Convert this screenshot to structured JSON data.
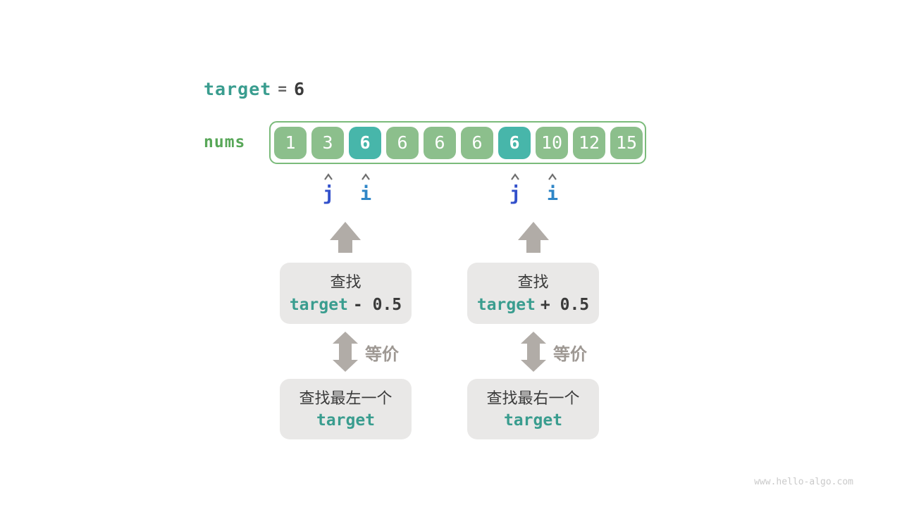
{
  "colors": {
    "teal_code": "#3a9d8f",
    "green_label": "#58a758",
    "dark_text": "#3b3b3b",
    "box_green": "#8cbf8c",
    "box_teal": "#47b6aa",
    "array_border": "#7bbb7b",
    "gray_box_bg": "#e9e8e7",
    "arrow_gray": "#b1aca7",
    "equiv_text": "#9e9893",
    "pointer_j": "#3351cb",
    "pointer_i": "#2f86c7",
    "watermark": "#cacaca"
  },
  "header": {
    "target_var": "target",
    "equals": "=",
    "target_value": "6"
  },
  "array": {
    "label": "nums",
    "cells": [
      {
        "value": "1",
        "highlight": false
      },
      {
        "value": "3",
        "highlight": false
      },
      {
        "value": "6",
        "highlight": true
      },
      {
        "value": "6",
        "highlight": false
      },
      {
        "value": "6",
        "highlight": false
      },
      {
        "value": "6",
        "highlight": false
      },
      {
        "value": "6",
        "highlight": true
      },
      {
        "value": "10",
        "highlight": false
      },
      {
        "value": "12",
        "highlight": false
      },
      {
        "value": "15",
        "highlight": false
      }
    ]
  },
  "pointers": {
    "left": {
      "j": "j",
      "i": "i"
    },
    "right": {
      "j": "j",
      "i": "i"
    }
  },
  "flow": {
    "left": {
      "search_line1": "查找",
      "search_code_var": "target",
      "search_code_op": "- 0.5",
      "equiv_label": "等价",
      "result_line1": "查找最左一个",
      "result_code": "target"
    },
    "right": {
      "search_line1": "查找",
      "search_code_var": "target",
      "search_code_op": "+ 0.5",
      "equiv_label": "等价",
      "result_line1": "查找最右一个",
      "result_code": "target"
    }
  },
  "watermark": "www.hello-algo.com"
}
